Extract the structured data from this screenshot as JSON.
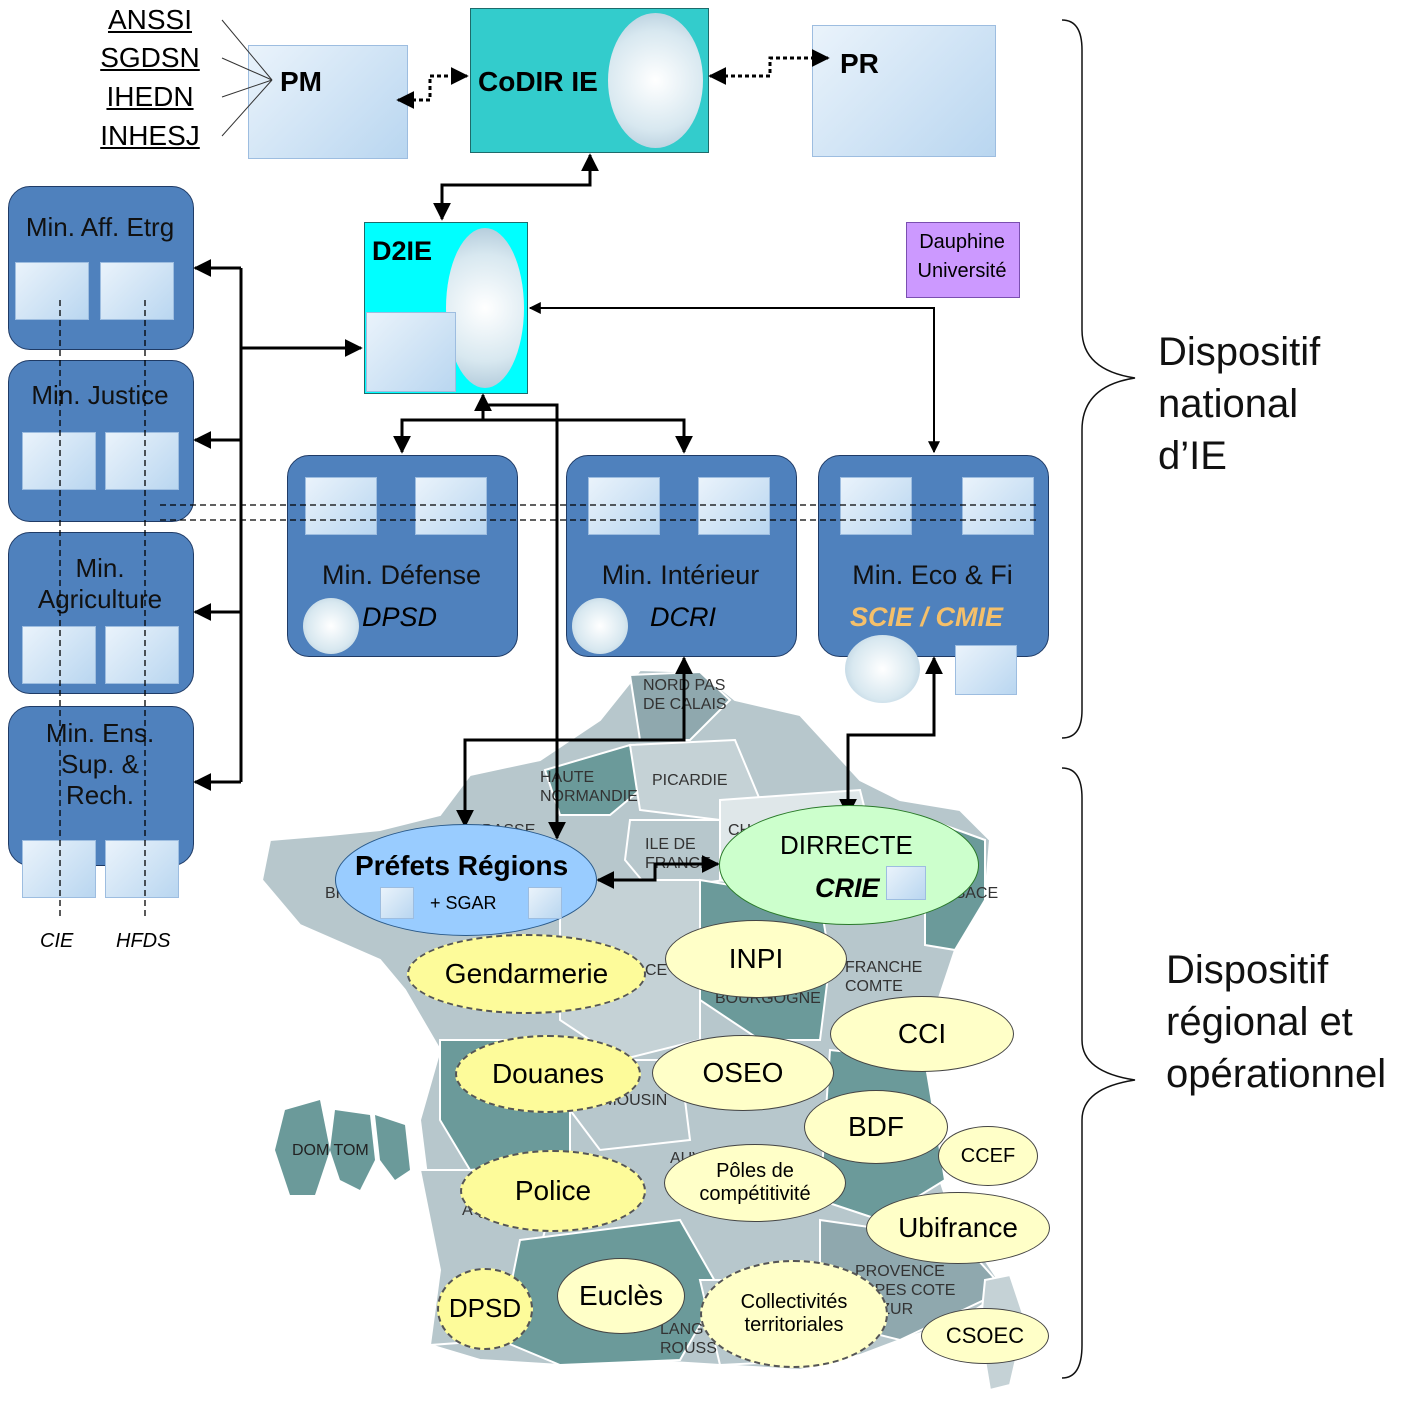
{
  "top_links": [
    "ANSSI",
    "SGDSN",
    "IHEDN",
    "INHESJ"
  ],
  "pm_label": "PM",
  "codir_label": "CoDIR IE",
  "pr_label": "PR",
  "d2ie_label": "D2IE",
  "dauphine_label": "Dauphine Université",
  "ministries_left": [
    {
      "label": "Min. Aff. Etrg"
    },
    {
      "label": "Min. Justice"
    },
    {
      "label": "Min. Agriculture"
    },
    {
      "label": "Min. Ens. Sup. & Rech."
    }
  ],
  "ministries_center": [
    {
      "label": "Min. Défense",
      "sub": "DPSD"
    },
    {
      "label": "Min. Intérieur",
      "sub": "DCRI"
    },
    {
      "label": "Min. Eco & Fi",
      "sub": "SCIE / CMIE"
    }
  ],
  "bottom_left_labels": [
    "CIE",
    "HFDS"
  ],
  "side_labels": {
    "national": "Dispositif national d’IE",
    "regional": "Dispositif régional et opérationnel"
  },
  "map_labels": [
    "NORD PAS DE CALAIS",
    "HAUTE NORMANDIE",
    "PICARDIE",
    "BASSE",
    "ILE DE FRANCE",
    "CH",
    "ALSACE",
    "BR",
    "CE",
    "FRANCHE COMTE",
    "BOURGOGNE",
    "LIMOUSIN",
    "DOM TOM",
    "AUV",
    "AQ",
    "PROVENCE ALPES COTE D'AZUR",
    "LANG ROUSS"
  ],
  "prefets": {
    "title": "Préfets Régions",
    "sub": "+ SGAR"
  },
  "dirrecte": {
    "title": "DIRRECTE",
    "sub": "CRIE"
  },
  "actors": [
    "Gendarmerie",
    "INPI",
    "CCI",
    "Douanes",
    "OSEO",
    "BDF",
    "CCEF",
    "Police",
    "Pôles de compétitivité",
    "Ubifrance",
    "DPSD",
    "Euclès",
    "Collectivités territoriales",
    "CSOEC"
  ],
  "colors": {
    "ministry_blue": "#4f81bd",
    "codir_teal": "#33cccc",
    "d2ie_cyan": "#00ffff",
    "dauphine_purple": "#cc99ff",
    "prefets_blue": "#99ccff",
    "dirrecte_green": "#ccffcc",
    "actor_yellow": "#ffffc8",
    "map_grey": "#a9bcc2",
    "map_teal": "#6b9a9a",
    "sub_orange": "#f5c06a"
  }
}
